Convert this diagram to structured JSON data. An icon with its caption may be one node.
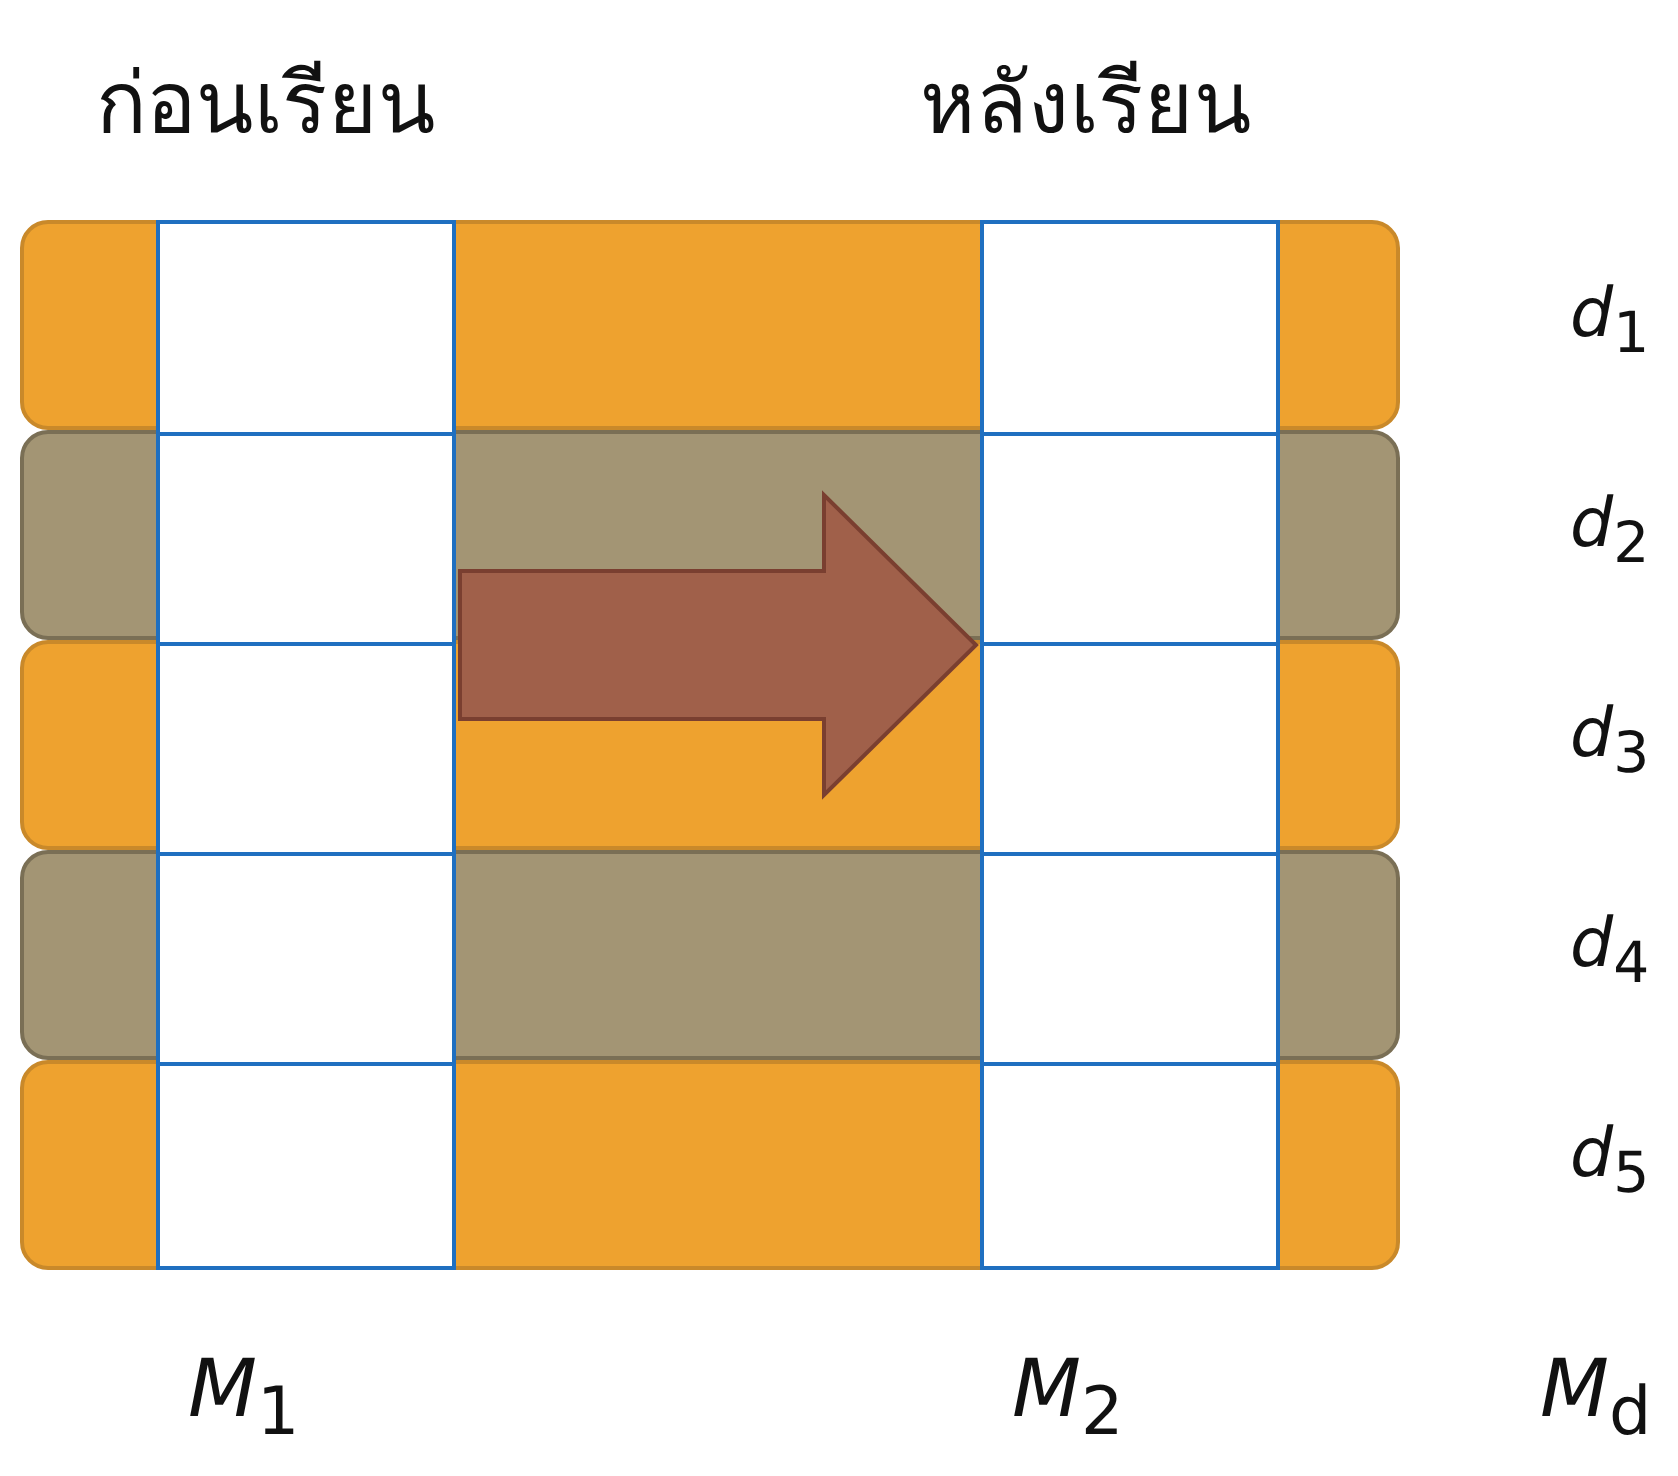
{
  "diagram": {
    "nodes": [
      {
        "text": [
          "ก่อนเรียน"
        ],
        "beside": [
          "*M*$_{1}$"
        ]
      },
      {
        "text": [
          "หลังเรียน"
        ],
        "beside": [
          "*M*$_{2}$"
        ]
      },
      {
        "text": [],
        "shape": "bar",
        "beside": [
          "*d*$_{1}$"
        ]
      },
      {
        "text": [],
        "shape": "bar",
        "beside": [
          "*d*$_{2}$"
        ]
      },
      {
        "text": [],
        "shape": "bar",
        "beside": [
          "*d*$_{3}$"
        ]
      },
      {
        "text": [],
        "shape": "bar",
        "beside": [
          "*d*$_{4}$"
        ]
      },
      {
        "text": [],
        "shape": "bar",
        "beside": [
          "*d*$_{5}$"
        ]
      }
    ],
    "edges": [
      {
        "from": 0,
        "to": 1,
        "arrow": "to",
        "style": "thick"
      }
    ],
    "labels": [
      "*M*$_{d}$"
    ]
  }
}
